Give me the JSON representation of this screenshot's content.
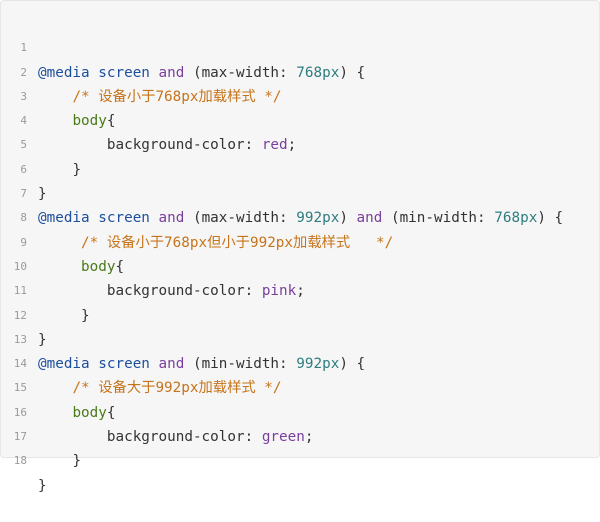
{
  "code_block": {
    "line_numbers": [
      "1",
      "2",
      "3",
      "4",
      "5",
      "6",
      "7",
      "8",
      "9",
      "10",
      "11",
      "12",
      "13",
      "14",
      "15",
      "16",
      "17",
      "18"
    ],
    "l1": {
      "at": "@media",
      "sp1": " ",
      "screen": "screen",
      "sp2": " ",
      "and": "and",
      "rest_a": " (max-width: ",
      "num": "768px",
      "rest_b": ") {"
    },
    "l2": {
      "indent": "    ",
      "comment": "/* 设备小于768px加载样式 */"
    },
    "l3": {
      "indent": "    ",
      "selector": "body",
      "brace": "{"
    },
    "l4": {
      "indent": "        ",
      "prop": "background-color: ",
      "value": "red",
      "semi": ";"
    },
    "l5": {
      "indent": "    ",
      "brace": "}"
    },
    "l6": {
      "brace": "}"
    },
    "l7": {
      "at": "@media",
      "sp1": " ",
      "screen": "screen",
      "sp2": " ",
      "and1": "and",
      "rest_a": " (max-width: ",
      "num1": "992px",
      "rest_b": ") ",
      "and2": "and",
      "rest_c": " (min-width: ",
      "num2": "768px",
      "rest_d": ") {"
    },
    "l8": {
      "indent": "     ",
      "comment": "/* 设备小于768px但小于992px加载样式   */"
    },
    "l9": {
      "indent": "     ",
      "selector": "body",
      "brace": "{"
    },
    "l10": {
      "indent": "        ",
      "prop": "background-color: ",
      "value": "pink",
      "semi": ";"
    },
    "l11": {
      "indent": "     ",
      "brace": "}"
    },
    "l12": {
      "brace": "}"
    },
    "l13": {
      "at": "@media",
      "sp1": " ",
      "screen": "screen",
      "sp2": " ",
      "and": "and",
      "rest_a": " (min-width: ",
      "num": "992px",
      "rest_b": ") {"
    },
    "l14": {
      "indent": "    ",
      "comment": "/* 设备大于992px加载样式 */"
    },
    "l15": {
      "indent": "    ",
      "selector": "body",
      "brace": "{"
    },
    "l16": {
      "indent": "        ",
      "prop": "background-color: ",
      "value": "green",
      "semi": ";"
    },
    "l17": {
      "indent": "    ",
      "brace": "}"
    },
    "l18": {
      "brace": "}"
    }
  },
  "colors": {
    "background": "#f6f6f6",
    "at_rule": "#1d4f9c",
    "keyword": "#7a3e9d",
    "number": "#2e7d7d",
    "comment": "#c6741b",
    "selector": "#4a7a1a",
    "line_number": "#9a9a9a"
  }
}
